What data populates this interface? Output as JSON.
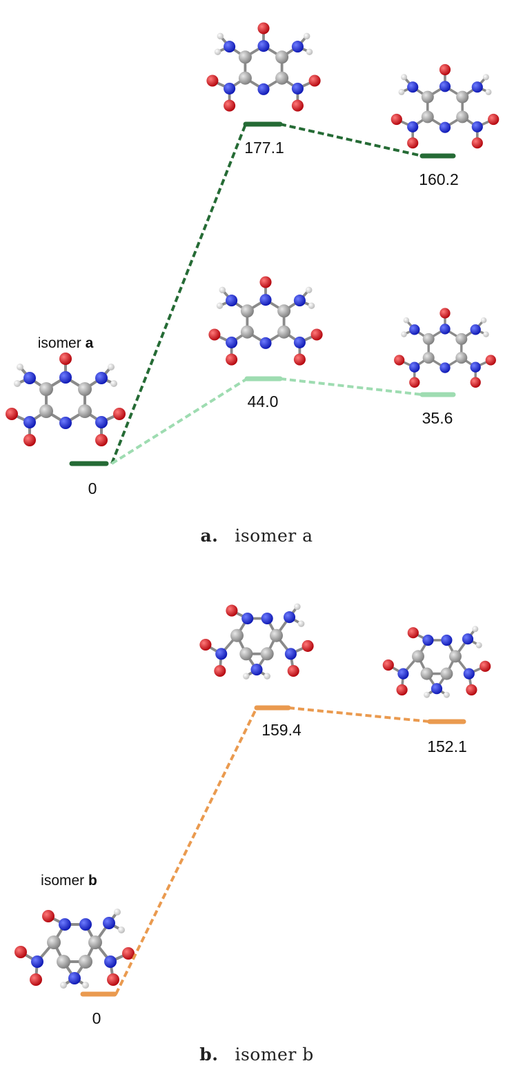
{
  "panels": [
    {
      "id": "a",
      "isomer_label": {
        "prefix": "isomer ",
        "bold": "a"
      },
      "caption": {
        "letter": "a.",
        "text": "isomer a"
      },
      "colors": {
        "dark": "#256b35",
        "light": "#9edcb1"
      },
      "levels": [
        {
          "key": "start",
          "value": "0",
          "color": "dark"
        },
        {
          "key": "ts_upper",
          "value": "177.1",
          "color": "dark"
        },
        {
          "key": "prod_upper",
          "value": "160.2",
          "color": "dark"
        },
        {
          "key": "ts_lower",
          "value": "44.0",
          "color": "light"
        },
        {
          "key": "prod_lower",
          "value": "35.6",
          "color": "light"
        }
      ]
    },
    {
      "id": "b",
      "isomer_label": {
        "prefix": "isomer ",
        "bold": "b"
      },
      "caption": {
        "letter": "b.",
        "text": "isomer b"
      },
      "colors": {
        "main": "#ea9a4f"
      },
      "levels": [
        {
          "key": "start",
          "value": "0",
          "color": "main"
        },
        {
          "key": "ts",
          "value": "159.4",
          "color": "main"
        },
        {
          "key": "prod",
          "value": "152.1",
          "color": "main"
        }
      ]
    }
  ],
  "atom_colors": {
    "carbon": "#9a9a9a",
    "nitrogen": "#1c2fe0",
    "oxygen": "#e0141a",
    "hydrogen": "#e6e6e6"
  }
}
